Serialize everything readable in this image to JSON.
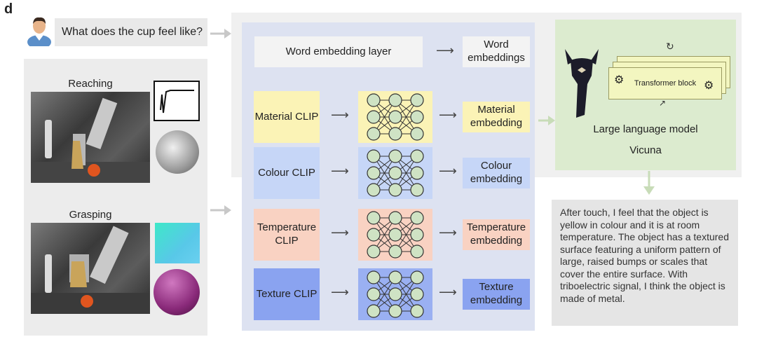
{
  "panel_label": "d",
  "question": "What does the cup feel like?",
  "left": {
    "reaching_label": "Reaching",
    "grasping_label": "Grasping"
  },
  "word_embedding_layer": "Word embedding layer",
  "word_embeddings": "Word embeddings",
  "clips": [
    {
      "clip": "Material CLIP",
      "embedding": "Material embedding",
      "color": "#fbf3b6",
      "nn_color": "#fbf3b6"
    },
    {
      "clip": "Colour CLIP",
      "embedding": "Colour embedding",
      "color": "#c6d6f7",
      "nn_color": "#c6d6f7"
    },
    {
      "clip": "Temperature CLIP",
      "embedding": "Temperature embedding",
      "color": "#f9d2c2",
      "nn_color": "#f9d2c2"
    },
    {
      "clip": "Texture CLIP",
      "embedding": "Texture embedding",
      "color": "#8aa3f0",
      "nn_color": "#9ab0f2"
    }
  ],
  "llm": {
    "transformer_block": "Transformer block",
    "title": "Large language model",
    "name": "Vicuna"
  },
  "answer": "After touch, I feel that the object is yellow in colour and it is at room temperature. The object has a textured surface featuring a uniform pattern of large, raised bumps or scales that cover the entire surface. With triboelectric signal, I think the object is made of metal.",
  "colors": {
    "center_bg": "#dde2f1",
    "llm_bg": "#dcebcf",
    "arrow_gray": "#c8c8c8",
    "arrow_green": "#c8dcb8",
    "node_fill": "#cfe3c4"
  }
}
